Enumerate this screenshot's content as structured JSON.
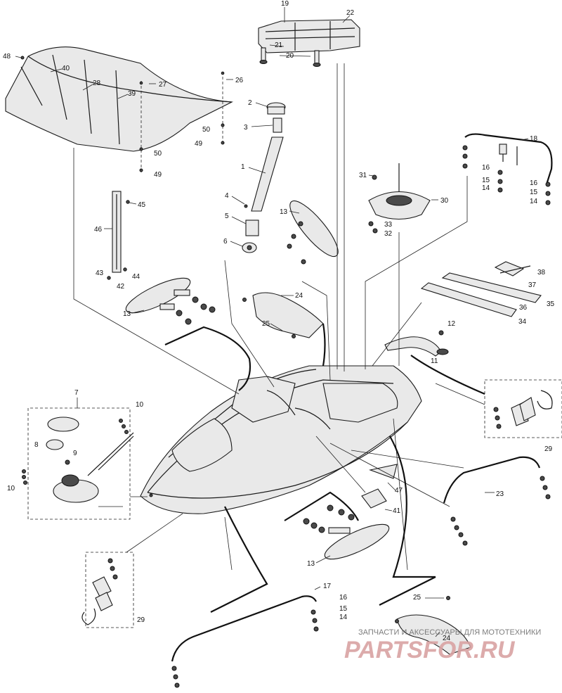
{
  "callouts": {
    "c1": "1",
    "c2": "2",
    "c3": "3",
    "c4": "4",
    "c5": "5",
    "c6": "6",
    "c7": "7",
    "c8": "8",
    "c9": "9",
    "c10a": "10",
    "c10b": "10",
    "c11": "11",
    "c12": "12",
    "c13a": "13",
    "c13b": "13",
    "c13c": "13",
    "c14a": "14",
    "c14b": "14",
    "c14c": "14",
    "c15a": "15",
    "c15b": "15",
    "c15c": "15",
    "c16a": "16",
    "c16b": "16",
    "c16c": "16",
    "c17": "17",
    "c18": "18",
    "c19": "19",
    "c20": "20",
    "c21": "21",
    "c22": "22",
    "c23": "23",
    "c24a": "24",
    "c24b": "24",
    "c25a": "25",
    "c25b": "25",
    "c26": "26",
    "c27": "27",
    "c28": "28",
    "c29a": "29",
    "c29b": "29",
    "c30": "30",
    "c31": "31",
    "c32": "32",
    "c33": "33",
    "c34": "34",
    "c35": "35",
    "c36": "36",
    "c37": "37",
    "c38": "38",
    "c39": "39",
    "c40": "40",
    "c41": "41",
    "c42": "42",
    "c43": "43",
    "c44": "44",
    "c45": "45",
    "c46": "46",
    "c47": "47",
    "c48": "48",
    "c49a": "49",
    "c49b": "49",
    "c50a": "50",
    "c50b": "50"
  },
  "watermark": {
    "subtitle": "ЗАПЧАСТИ И АКСЕССУАРЫ ДЛЯ МОТОТЕХНИКИ",
    "logo": "PARTSFOR.RU"
  }
}
